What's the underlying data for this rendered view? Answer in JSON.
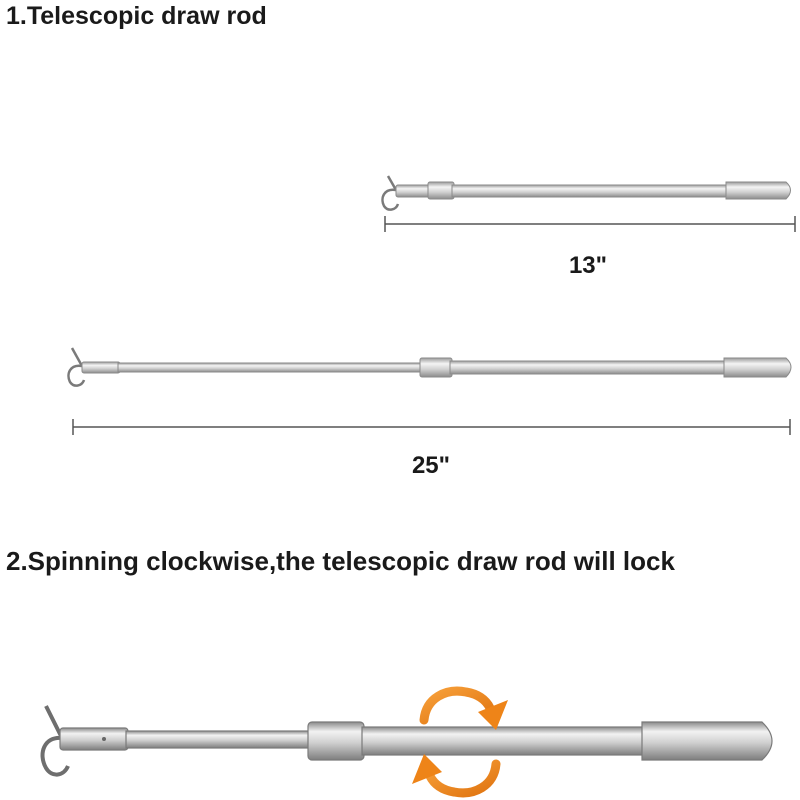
{
  "section1": {
    "title": "1.Telescopic draw rod",
    "short_length": "13\"",
    "long_length": "25\""
  },
  "section2": {
    "title": "2.Spinning clockwise,the telescopic draw rod will lock"
  },
  "colors": {
    "rod": "#c9c9c9",
    "rod_edge": "#8a8a8a",
    "arrow": "#f08a1c",
    "dimension_line": "#555555"
  },
  "icons": {
    "rotation": "clockwise-rotation-icon"
  }
}
